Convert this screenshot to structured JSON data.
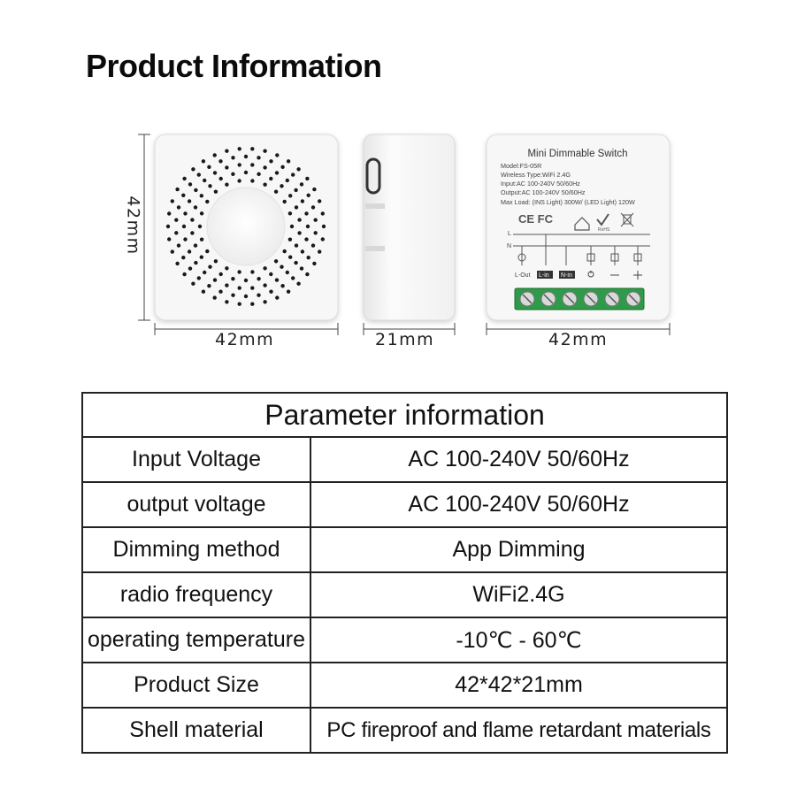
{
  "title": "Product Information",
  "product": {
    "front_label": "Mini Dimmable Switch",
    "spec_lines": [
      "Model:FS-05R",
      "Wireless Type:WiFi 2.4G",
      "Input:AC 100-240V 50/60Hz",
      "Output:AC 100-240V 50/60Hz",
      "Max Load: (INS Light) 300W/ (LED Light) 120W"
    ],
    "cert_marks": "CE FC",
    "rohs": "RoHS",
    "wire_L": "L",
    "wire_N": "N",
    "terminal_labels": [
      "L-Out",
      "L-in",
      "N-in"
    ]
  },
  "dimensions": {
    "front_width": "42mm",
    "front_height": "42mm",
    "side_depth": "21mm",
    "back_width": "42mm"
  },
  "table": {
    "header": "Parameter information",
    "rows": [
      {
        "label": "Input Voltage",
        "value": "AC 100-240V  50/60Hz"
      },
      {
        "label": "output voltage",
        "value": "AC 100-240V  50/60Hz"
      },
      {
        "label": "Dimming method",
        "value": "App Dimming"
      },
      {
        "label": "radio frequency",
        "value": "WiFi2.4G"
      },
      {
        "label": "operating temperature",
        "value": "-10℃ - 60℃"
      },
      {
        "label": "Product Size",
        "value": "42*42*21mm"
      },
      {
        "label": "Shell material",
        "value": "PC fireproof and flame retardant materials"
      }
    ]
  },
  "colors": {
    "terminal_green": "#2f9a4a",
    "device_white": "#f6f6f6",
    "line": "#222222"
  }
}
